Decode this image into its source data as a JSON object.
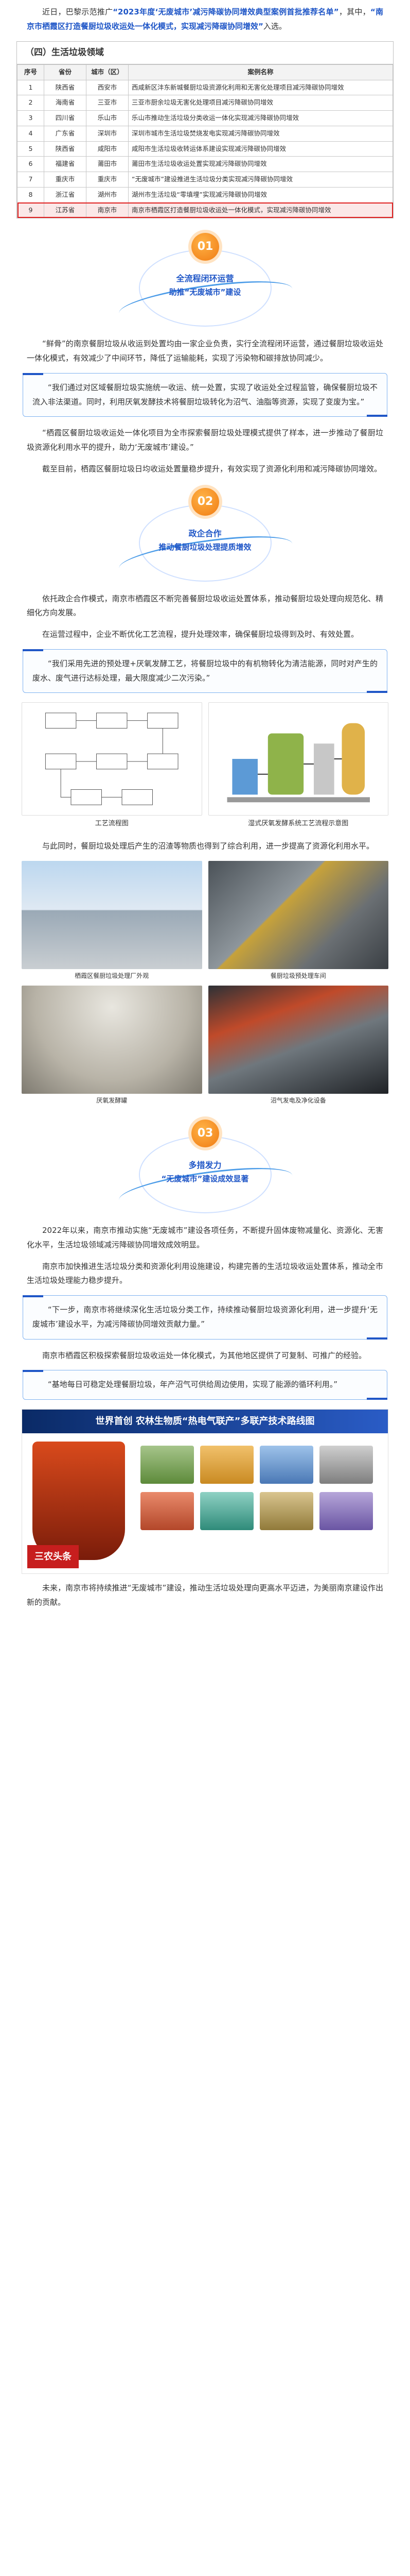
{
  "intro": {
    "pre": "近日，巴黎示范推广",
    "link1": "“2023年度‘无废城市’减污降碳协同增效典型案例首批推荐名单”",
    "mid": "，其中，",
    "link2": "“南京市栖霞区打造餐厨垃圾收运处一体化模式，实现减污降碳协同增效”",
    "post": "入选。"
  },
  "table": {
    "title": "（四）生活垃圾领域",
    "headers": [
      "序号",
      "省份",
      "城市（区）",
      "案例名称"
    ],
    "rows": [
      [
        "1",
        "陕西省",
        "西安市",
        "西咸新区沣东新城餐厨垃圾资源化利用和无害化处理项目减污降碳协同增效"
      ],
      [
        "2",
        "海南省",
        "三亚市",
        "三亚市厨余垃圾无害化处理项目减污降碳协同增效"
      ],
      [
        "3",
        "四川省",
        "乐山市",
        "乐山市推动生活垃圾分类收运一体化实现减污降碳协同增效"
      ],
      [
        "4",
        "广东省",
        "深圳市",
        "深圳市城市生活垃圾焚烧发电实现减污降碳协同增效"
      ],
      [
        "5",
        "陕西省",
        "咸阳市",
        "咸阳市生活垃圾收转运体系建设实现减污降碳协同增效"
      ],
      [
        "6",
        "福建省",
        "莆田市",
        "莆田市生活垃圾收运处置实现减污降碳协同增效"
      ],
      [
        "7",
        "重庆市",
        "重庆市",
        "“无废城市”建设推进生活垃圾分类实现减污降碳协同增效"
      ],
      [
        "8",
        "浙江省",
        "湖州市",
        "湖州市生活垃圾“零填埋”实现减污降碳协同增效"
      ],
      [
        "9",
        "江苏省",
        "南京市",
        "南京市栖霞区打造餐厨垃圾收运处一体化模式，实现减污降碳协同增效"
      ]
    ]
  },
  "sec1": {
    "num": "01",
    "t1": "全流程闭环运营",
    "t2": "助推“无废城市”建设"
  },
  "p1": "“鲜骨”的南京餐厨垃圾从收运到处置均由一家企业负责，实行全流程闭环运营，通过餐厨垃圾收运处一体化模式，有效减少了中间环节，降低了运输能耗，实现了污染物和碳排放协同减少。",
  "q1": "“我们通过对区域餐厨垃圾实施统一收运、统一处置，实现了收运处全过程监管，确保餐厨垃圾不流入非法渠道。同时，利用厌氧发酵技术将餐厨垃圾转化为沼气、油脂等资源，实现了变废为宝。”",
  "p2": "“栖霞区餐厨垃圾收运处一体化项目为全市探索餐厨垃圾处理模式提供了样本，进一步推动了餐厨垃圾资源化利用水平的提升，助力‘无废城市’建设。”",
  "p3": "截至目前，栖霞区餐厨垃圾日均收运处置量稳步提升，有效实现了资源化利用和减污降碳协同增效。",
  "sec2": {
    "num": "02",
    "t1": "政企合作",
    "t2": "推动餐厨垃圾处理提质增效"
  },
  "p4": "依托政企合作模式，南京市栖霞区不断完善餐厨垃圾收运处置体系，推动餐厨垃圾处理向规范化、精细化方向发展。",
  "p5": "在运营过程中，企业不断优化工艺流程，提升处理效率，确保餐厨垃圾得到及时、有效处置。",
  "q2": "“我们采用先进的预处理+厌氧发酵工艺，将餐厨垃圾中的有机物转化为清洁能源，同时对产生的废水、废气进行达标处理，最大限度减少二次污染。”",
  "img1_cap_a": "工艺流程图",
  "img1_cap_b": "湿式厌氧发酵系统工艺流程示意图",
  "p6": "与此同时，餐厨垃圾处理后产生的沼渣等物质也得到了综合利用，进一步提高了资源化利用水平。",
  "photos": [
    "栖霞区餐厨垃圾处理厂外观",
    "餐厨垃圾预处理车间",
    "厌氧发酵罐",
    "沼气发电及净化设备"
  ],
  "sec3": {
    "num": "03",
    "t1": "多措发力",
    "t2": "“无废城市”建设成效显著"
  },
  "p7": "2022年以来，南京市推动实施“无废城市”建设各项任务，不断提升固体废物减量化、资源化、无害化水平，生活垃圾领域减污降碳协同增效成效明显。",
  "p8": "南京市加快推进生活垃圾分类和资源化利用设施建设，构建完善的生活垃圾收运处置体系，推动全市生活垃圾处理能力稳步提升。",
  "q3": "“下一步，南京市将继续深化生活垃圾分类工作，持续推动餐厨垃圾资源化利用，进一步提升‘无废城市’建设水平，为减污降碳协同增效贡献力量。”",
  "p9": "南京市栖霞区积极探索餐厨垃圾收运处一体化模式，为其他地区提供了可复制、可推广的经验。",
  "p10": "“基地每日可稳定处理餐厨垃圾，年产沼气可供给周边使用，实现了能源的循环利用。”",
  "banner": {
    "title": "世界首创 农林生物质“热电气联产”多联产技术路线图"
  },
  "stamp": "三农头条",
  "p11": "未来，南京市将持续推进“无废城市”建设，推动生活垃圾处理向更高水平迈进，为美丽南京建设作出新的贡献。"
}
